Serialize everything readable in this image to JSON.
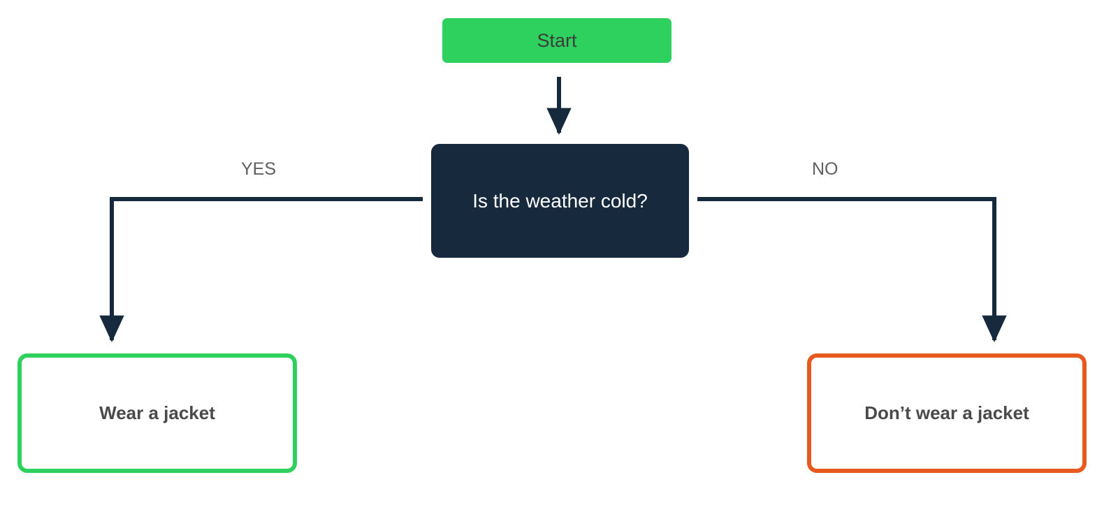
{
  "diagram": {
    "type": "flowchart",
    "title": "Weather jacket decision flowchart",
    "background_color": "#ffffff",
    "connector_color": "#16293D",
    "nodes": {
      "start": {
        "label": "Start",
        "shape": "rounded-rectangle",
        "role": "terminator",
        "fill_color": "#2ED15D",
        "text_color": "#3c3c3c"
      },
      "decision": {
        "label": "Is the weather cold?",
        "shape": "rounded-rectangle",
        "role": "decision",
        "fill_color": "#16293D",
        "text_color": "#ffffff"
      },
      "outcome_yes": {
        "label": "Wear a jacket",
        "shape": "rounded-rectangle",
        "role": "outcome",
        "fill_color": "#ffffff",
        "border_color": "#2ED15D",
        "text_color": "#4a4a4a"
      },
      "outcome_no": {
        "label": "Don’t wear a jacket",
        "shape": "rounded-rectangle",
        "role": "outcome",
        "fill_color": "#ffffff",
        "border_color": "#E8591F",
        "text_color": "#4a4a4a"
      }
    },
    "edges": [
      {
        "from": "start",
        "to": "decision",
        "label": "",
        "style": "straight-arrow"
      },
      {
        "from": "decision",
        "to": "outcome_yes",
        "label": "YES",
        "style": "elbow-arrow-left"
      },
      {
        "from": "decision",
        "to": "outcome_no",
        "label": "NO",
        "style": "elbow-arrow-right"
      }
    ],
    "edge_labels": {
      "yes": "YES",
      "no": "NO",
      "text_color": "#5f5f5f"
    }
  }
}
